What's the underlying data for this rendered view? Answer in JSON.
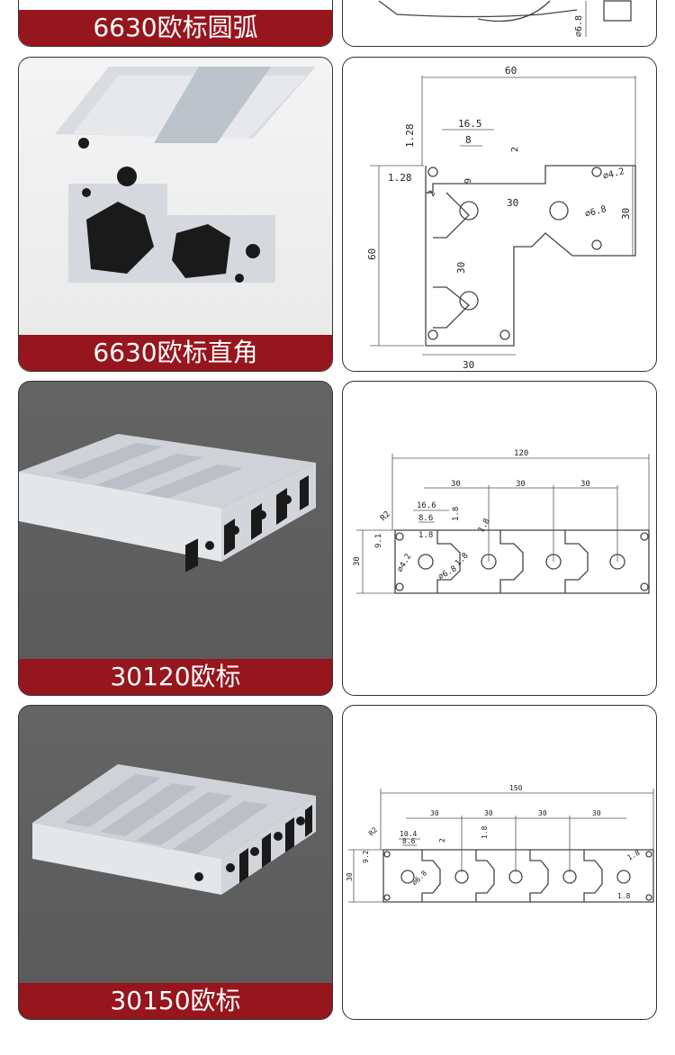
{
  "products": [
    {
      "label": "6630欧标圆弧"
    },
    {
      "label": "6630欧标直角",
      "drawing_dims": [
        "60",
        "16.5",
        "1.28",
        "8",
        "2",
        "1.28",
        "9",
        "2",
        "∅4.2",
        "30",
        "∅6.8",
        "60",
        "30",
        "30",
        "30"
      ]
    },
    {
      "label": "30120欧标",
      "drawing_dims": [
        "120",
        "30",
        "30",
        "30",
        "16.6",
        "8.6",
        "1.8",
        "1.8",
        "1.8",
        "9.1",
        "R2",
        "30",
        "∅4.2",
        "∅6.8",
        "1.8"
      ]
    },
    {
      "label": "30150欧标",
      "drawing_dims": [
        "150",
        "30",
        "30",
        "30",
        "30",
        "10.4",
        "8.6",
        "2",
        "1.8",
        "R2",
        "9.2",
        "30",
        "∅6.8",
        "1.8",
        "1.8"
      ]
    }
  ],
  "top_partial": {
    "dim": "∅6.8"
  },
  "colors": {
    "label_bg": "#97151c",
    "label_text": "#ffffff",
    "dark_photo_bg": "#5f5f5f",
    "light_photo_bg": "#eeeeee"
  }
}
